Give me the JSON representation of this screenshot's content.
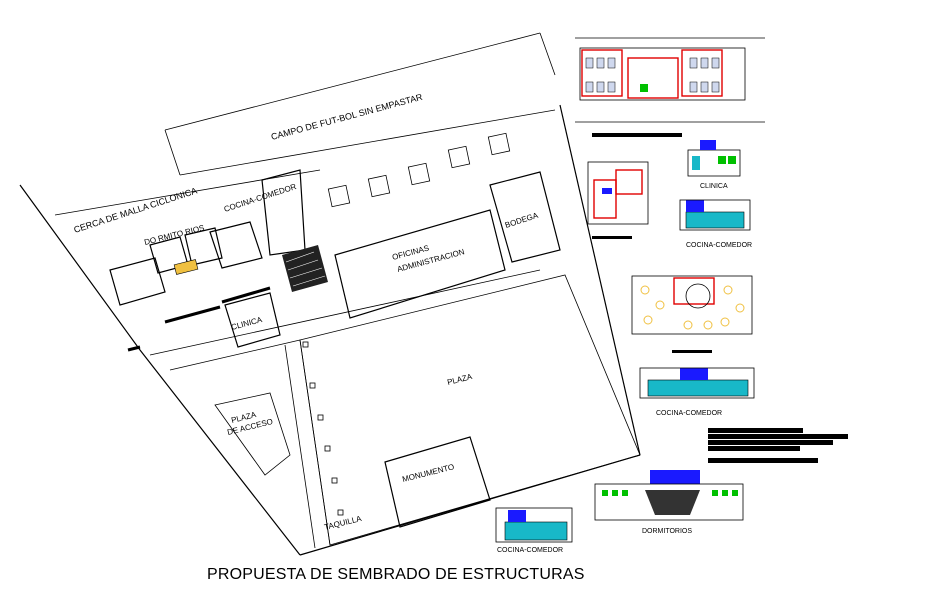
{
  "title": "PROPUESTA DE SEMBRADO DE ESTRUCTURAS",
  "site_labels": {
    "campo": "CAMPO DE FUT-BOL SIN EMPASTAR",
    "cerca": "CERCA DE MALLA CICLONICA",
    "dormitorios": "DO RMITO RIOS",
    "cocina_comedor": "COCINA-COMEDOR",
    "oficinas_1": "OFICINAS",
    "oficinas_2": "ADMINISTRACION",
    "bodega": "BODEGA",
    "clinica": "CLINICA",
    "plaza": "PLAZA",
    "plaza_acceso_1": "PLAZA",
    "plaza_acceso_2": "DE ACCESO",
    "monumento": "MONUMENTO",
    "taquilla": "TAQUILLA"
  },
  "detail_labels": {
    "clinica": "CLINICA",
    "cocina_comedor_1": "COCINA-COMEDOR",
    "cocina_comedor_2": "COCINA-COMEDOR",
    "cocina_comedor_3": "COCINA-COMEDOR",
    "dormitorios": "DORMITORIOS"
  },
  "colors": {
    "line": "#000000",
    "accent_red": "#e00000",
    "accent_blue": "#1a1aff",
    "accent_cyan": "#18b8c8",
    "accent_green": "#00c000",
    "accent_yellow": "#f0c040"
  }
}
